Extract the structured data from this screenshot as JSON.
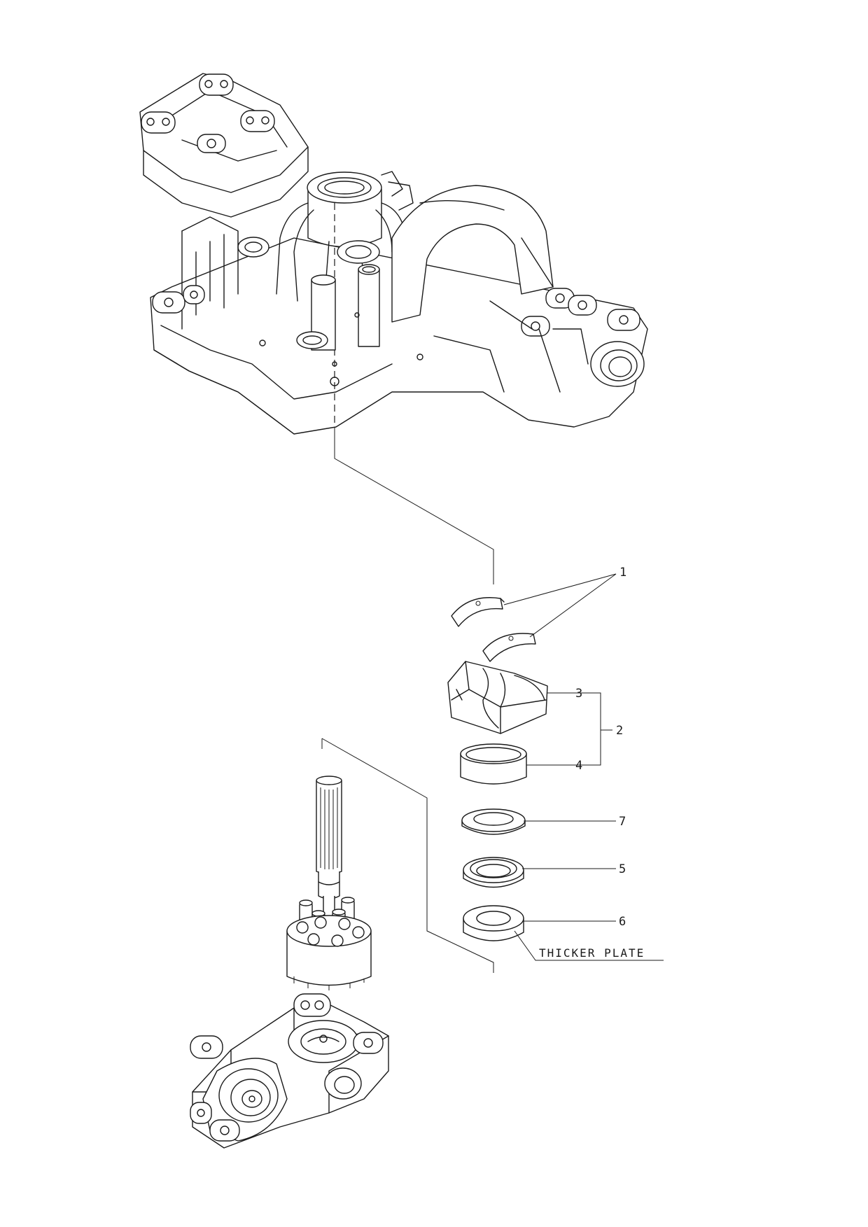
{
  "callouts": [
    {
      "id": "1",
      "label": "1"
    },
    {
      "id": "2",
      "label": "2"
    },
    {
      "id": "3",
      "label": "3"
    },
    {
      "id": "4",
      "label": "4"
    },
    {
      "id": "5",
      "label": "5"
    },
    {
      "id": "6",
      "label": "6"
    },
    {
      "id": "7",
      "label": "7"
    }
  ],
  "note": {
    "text": "THICKER PLATE"
  },
  "parts": {
    "housing": "transaxle-housing",
    "bearing_halves": "bearing-half-shells",
    "swash_block": "swash-block",
    "ring": "bushing-ring",
    "washer_7": "washer",
    "seal_5": "oil-seal",
    "plate_6": "thicker-plate-washer",
    "shaft": "pump-shaft-with-cylinder-block",
    "center_section": "center-section"
  }
}
